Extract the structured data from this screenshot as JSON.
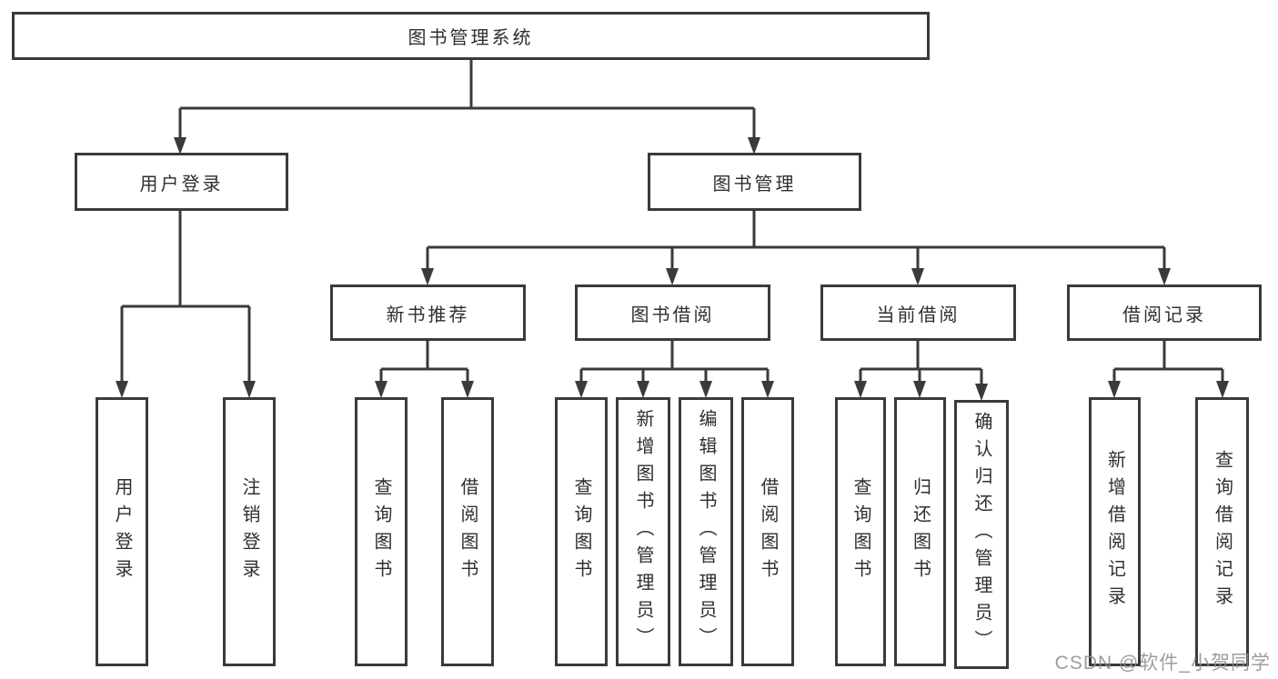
{
  "diagram": {
    "title": "图书管理系统",
    "type": "hierarchy-tree",
    "nodes": {
      "root": {
        "label": "图书管理系统"
      },
      "user_login": {
        "label": "用户登录"
      },
      "book_management": {
        "label": "图书管理"
      },
      "new_book_recommend": {
        "label": "新书推荐"
      },
      "book_borrowing": {
        "label": "图书借阅"
      },
      "current_borrowing": {
        "label": "当前借阅"
      },
      "borrowing_records": {
        "label": "借阅记录"
      },
      "leaf_user_login": {
        "label": "用户登录"
      },
      "leaf_logout": {
        "label": "注销登录"
      },
      "leaf_nb_query_books": {
        "label": "查询图书"
      },
      "leaf_nb_borrow_books": {
        "label": "借阅图书"
      },
      "leaf_bb_query_books": {
        "label": "查询图书"
      },
      "leaf_bb_add_books": {
        "label": "新增图书（管理员）"
      },
      "leaf_bb_edit_books": {
        "label": "编辑图书（管理员）"
      },
      "leaf_bb_borrow_books": {
        "label": "借阅图书"
      },
      "leaf_cb_query_books": {
        "label": "查询图书"
      },
      "leaf_cb_return_books": {
        "label": "归还图书"
      },
      "leaf_cb_confirm_return": {
        "label": "确认归还（管理员）"
      },
      "leaf_br_add_record": {
        "label": "新增借阅记录"
      },
      "leaf_br_query_record": {
        "label": "查询借阅记录"
      }
    },
    "structure": [
      {
        "parent": "图书管理系统",
        "children": [
          "用户登录",
          "图书管理"
        ]
      },
      {
        "parent": "用户登录",
        "children": [
          "用户登录",
          "注销登录"
        ]
      },
      {
        "parent": "图书管理",
        "children": [
          "新书推荐",
          "图书借阅",
          "当前借阅",
          "借阅记录"
        ]
      },
      {
        "parent": "新书推荐",
        "children": [
          "查询图书",
          "借阅图书"
        ]
      },
      {
        "parent": "图书借阅",
        "children": [
          "查询图书",
          "新增图书（管理员）",
          "编辑图书（管理员）",
          "借阅图书"
        ]
      },
      {
        "parent": "当前借阅",
        "children": [
          "查询图书",
          "归还图书",
          "确认归还（管理员）"
        ]
      },
      {
        "parent": "借阅记录",
        "children": [
          "新增借阅记录",
          "查询借阅记录"
        ]
      }
    ]
  },
  "watermark": "CSDN @软件_小贺同学",
  "colors": {
    "line": "#3a3a3a",
    "text": "#2f2f2f",
    "background": "#ffffff",
    "watermark": "#8c8c8c"
  }
}
